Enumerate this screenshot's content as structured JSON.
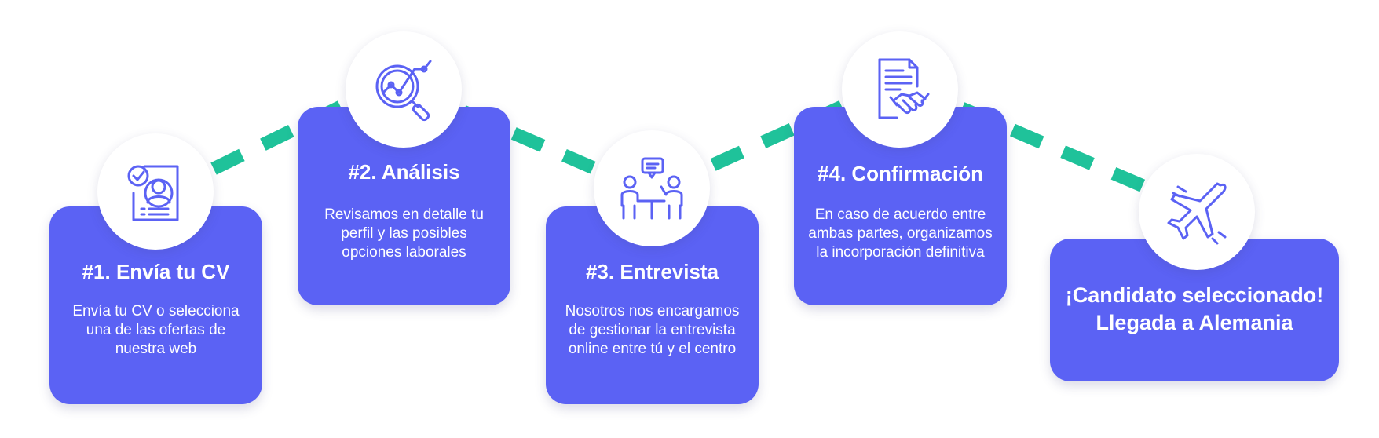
{
  "accent": "#5b62f4",
  "connector_color": "#1fc29a",
  "steps": [
    {
      "title": "#1. Envía tu CV",
      "description": "Envía tu CV o selecciona una de las ofertas de nuestra web",
      "icon": "cv-document-icon"
    },
    {
      "title": "#2. Análisis",
      "description": "Revisamos en detalle tu perfil y las posibles opciones laborales",
      "icon": "magnifier-analysis-icon"
    },
    {
      "title": "#3. Entrevista",
      "description": "Nosotros nos encargamos de gestionar la entrevista online entre tú y el centro",
      "icon": "interview-meeting-icon"
    },
    {
      "title": "#4. Confirmación",
      "description": "En caso de acuerdo entre ambas partes, organizamos la incorporación definitiva",
      "icon": "contract-handshake-icon"
    }
  ],
  "final_step": {
    "title_line1": "¡Candidato seleccionado!",
    "title_line2": "Llegada a Alemania",
    "icon": "airplane-icon"
  }
}
